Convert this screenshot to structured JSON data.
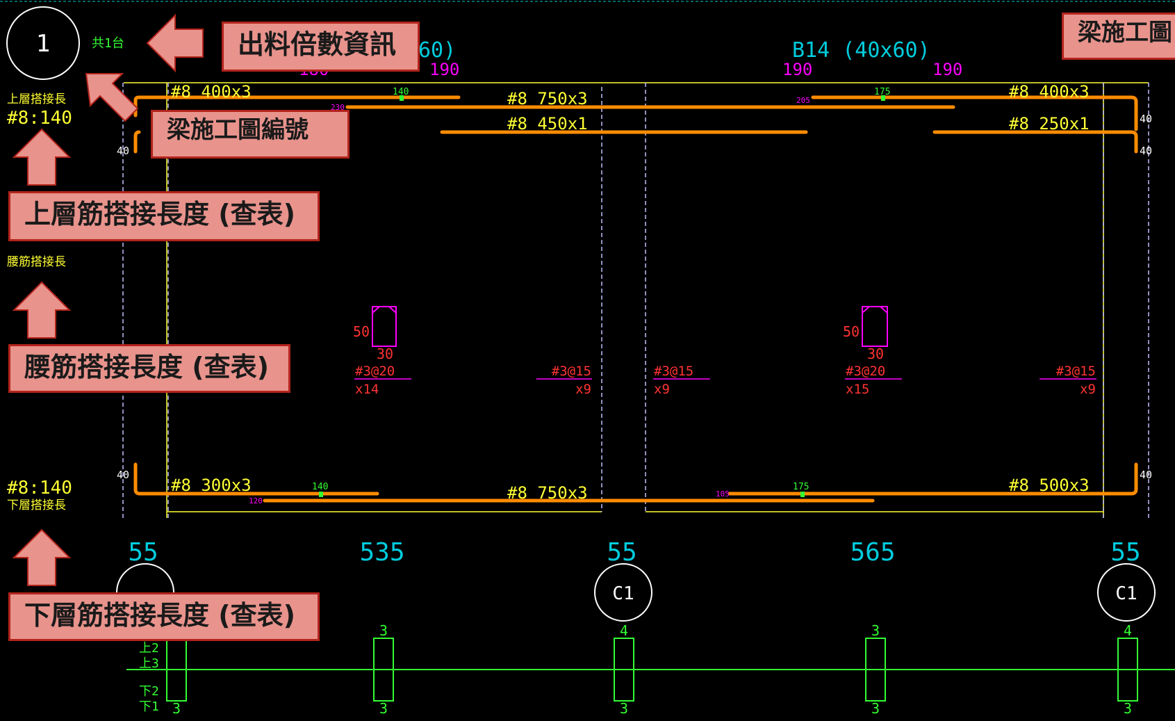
{
  "drawing": {
    "circle_number": "1",
    "qty_label": "共1台",
    "top_lap_label": "上層搭接長",
    "top_lap_value": "#8:140",
    "web_lap_label": "腰筋搭接長",
    "bot_lap_value": "#8:140",
    "bot_lap_label": "下層搭接長",
    "beam_left_title_partial": "60)",
    "beam_left_dims": [
      "180",
      "190"
    ],
    "beam_right_title": "B14 (40x60)",
    "beam_right_dims": [
      "190",
      "190"
    ],
    "top_bars": [
      {
        "text": "#8 400x3"
      },
      {
        "text": "#8 750x3"
      },
      {
        "text": "#8 450x1"
      },
      {
        "text": "#8 400x3"
      },
      {
        "text": "#8 250x1"
      }
    ],
    "bottom_bars": [
      {
        "text": "#8 300x3"
      },
      {
        "text": "#8 750x3"
      },
      {
        "text": "#8 500x3"
      }
    ],
    "small_marks": {
      "top_l_splice": "140",
      "top_l_230": "230",
      "top_r_splice": "175",
      "top_r_205": "205",
      "bot_l_splice": "140",
      "bot_l_120": "120",
      "bot_r_splice": "175",
      "bot_r_105": "105",
      "hook_40": "40"
    },
    "section_height": "50",
    "section_width": "30",
    "stirrups": [
      {
        "spec": "#3@20",
        "count": "x14"
      },
      {
        "spec": "#3@15",
        "count": "x9"
      },
      {
        "spec": "#3@15",
        "count": "x9"
      },
      {
        "spec": "#3@20",
        "count": "x15"
      },
      {
        "spec": "#3@15",
        "count": "x9"
      }
    ],
    "span_dims": [
      "55",
      "535",
      "55",
      "565",
      "55"
    ],
    "column_label": "C1",
    "column_marks_top": [
      "3",
      "4",
      "3",
      "4"
    ],
    "column_marks_bottom": [
      "3",
      "3",
      "3",
      "3",
      "3"
    ],
    "level_labels": [
      "上2",
      "上3",
      "下2",
      "下1"
    ]
  },
  "callouts": {
    "material_info": "出料倍數資訊",
    "drawing_number": "梁施工圖編號",
    "top_lap_length": "上層筋搭接長度 (查表)",
    "web_lap_length": "腰筋搭接長度 (查表)",
    "bottom_lap_length": "下層筋搭接長度 (查表)",
    "corner_title": "梁施工圖"
  },
  "colors": {
    "rebar": "#ff8c00",
    "dim_cyan": "#00ccdd",
    "text_yellow": "#ffff33",
    "green": "#33ff33",
    "magenta": "#ff00ff",
    "red": "#ff3333",
    "callout_fill": "#e8938c",
    "callout_border": "#b3241c"
  }
}
